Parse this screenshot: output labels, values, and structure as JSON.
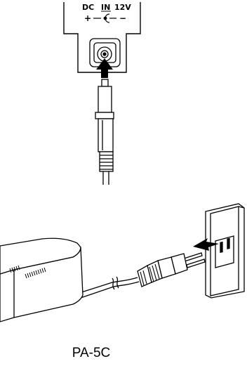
{
  "jack_panel": {
    "dc_label": "DC",
    "in_label": "IN",
    "voltage_label": "12V",
    "plus_sign": "+",
    "minus_sign": "−"
  },
  "adapter": {
    "model_label": "PA-5C"
  }
}
